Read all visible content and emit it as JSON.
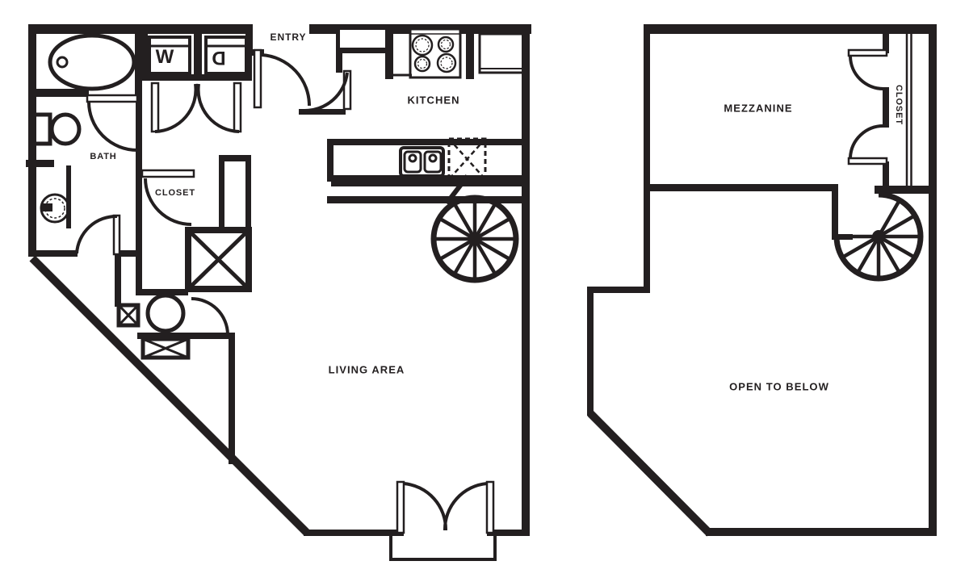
{
  "plan": {
    "ink_color": "#231f20",
    "background_color": "#ffffff",
    "first_floor": {
      "labels": {
        "entry": "ENTRY",
        "kitchen": "KITCHEN",
        "bath": "BATH",
        "closet": "CLOSET",
        "living_area": "LIVING AREA",
        "washer": "W",
        "dryer": "D"
      }
    },
    "second_floor": {
      "labels": {
        "mezzanine": "MEZZANINE",
        "closet": "CLOSET",
        "open_to_below": "OPEN TO BELOW"
      }
    }
  }
}
